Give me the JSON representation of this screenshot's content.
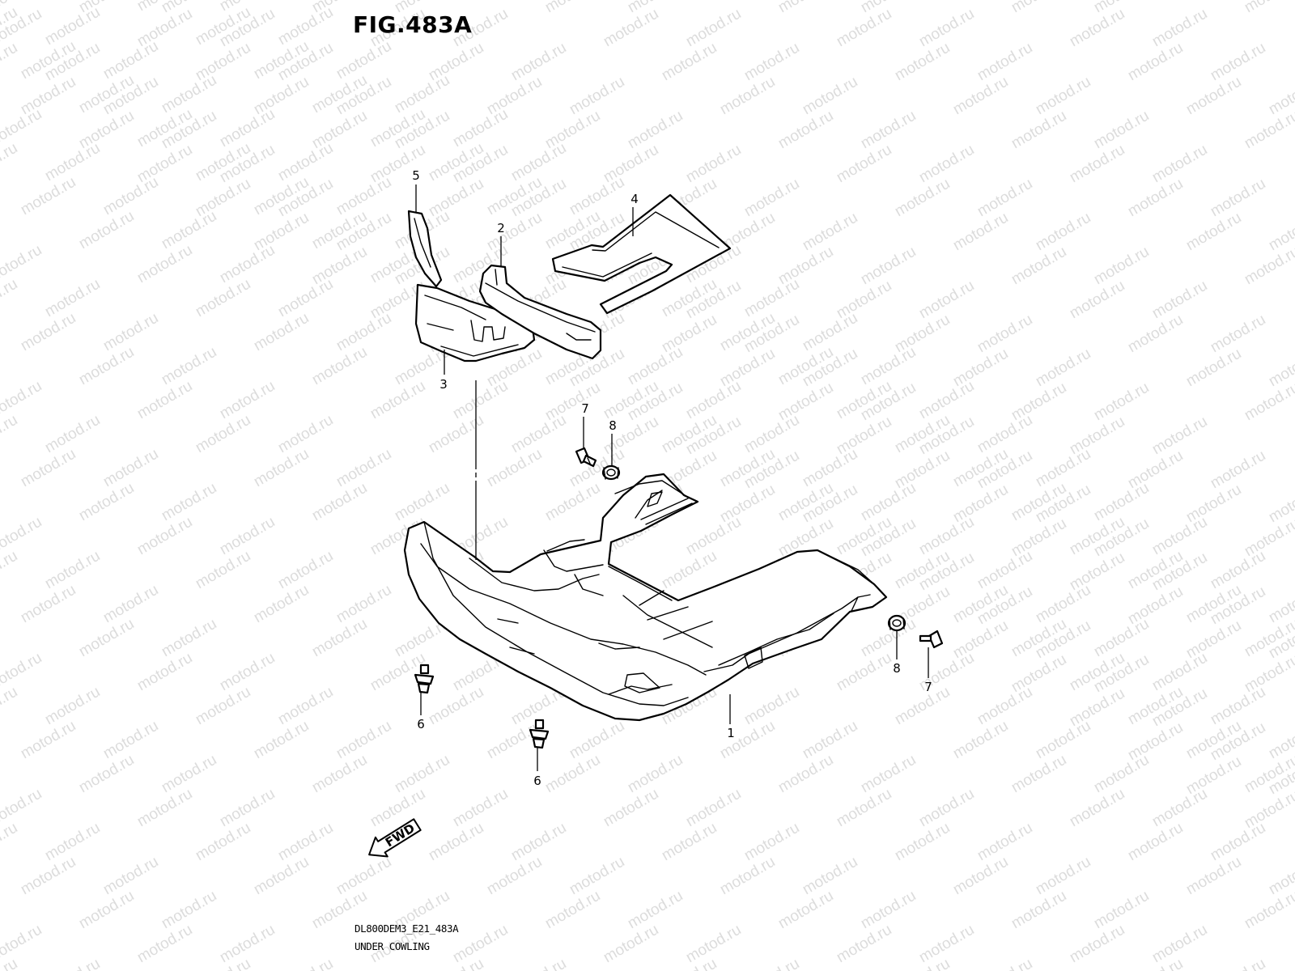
{
  "figure": {
    "title": "FIG.483A",
    "model_code": "DL800DEM3_E21_483A",
    "section_name": "UNDER COWLING"
  },
  "watermark": {
    "text": "motod.ru",
    "color": "#dcdcdc"
  },
  "direction_marker": {
    "text": "FWD",
    "icon": "arrow-left-down-icon"
  },
  "callouts": [
    {
      "id": "callout-1",
      "number": "1"
    },
    {
      "id": "callout-2",
      "number": "2"
    },
    {
      "id": "callout-3",
      "number": "3"
    },
    {
      "id": "callout-4",
      "number": "4"
    },
    {
      "id": "callout-5",
      "number": "5"
    },
    {
      "id": "callout-6a",
      "number": "6"
    },
    {
      "id": "callout-6b",
      "number": "6"
    },
    {
      "id": "callout-7a",
      "number": "7"
    },
    {
      "id": "callout-7b",
      "number": "7"
    },
    {
      "id": "callout-8a",
      "number": "8"
    },
    {
      "id": "callout-8b",
      "number": "8"
    }
  ]
}
